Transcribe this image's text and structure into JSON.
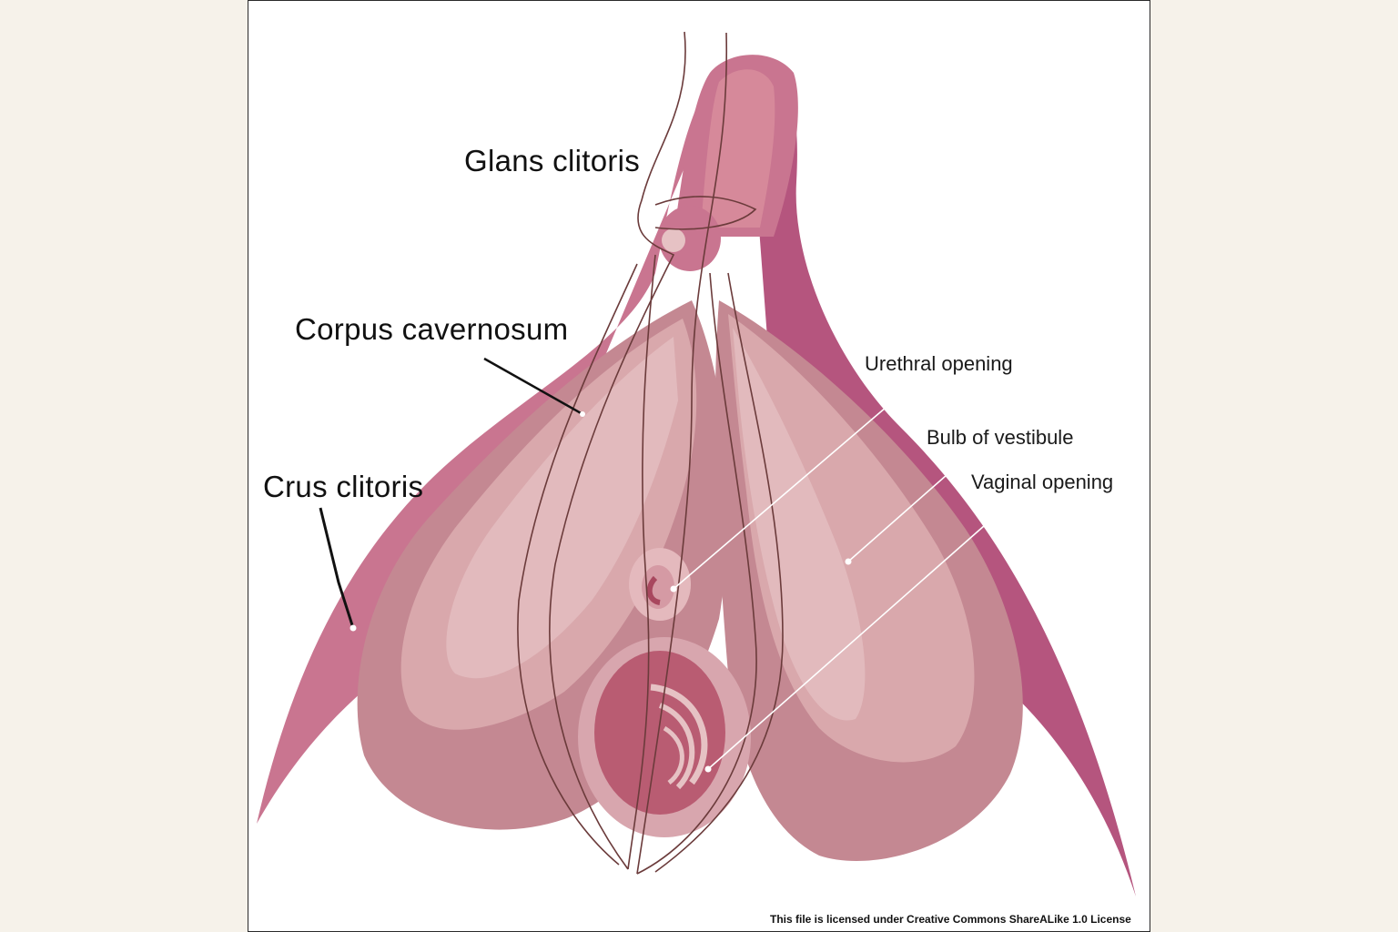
{
  "labels": {
    "glans": "Glans clitoris",
    "corpus": "Corpus cavernosum",
    "crus": "Crus clitoris",
    "urethral": "Urethral opening",
    "bulb": "Bulb of vestibule",
    "vaginal": "Vaginal opening"
  },
  "license": "This file is licensed under Creative Commons ShareALike 1.0 License",
  "colors": {
    "outer": "#c06884",
    "outer_dark": "#b5557e",
    "bulb": "#c48892",
    "bulb_light": "#d9a8ac",
    "bulb_highlight": "#e8c6c8",
    "vagina": "#b95c72",
    "nerve": "#6b3b3b"
  }
}
